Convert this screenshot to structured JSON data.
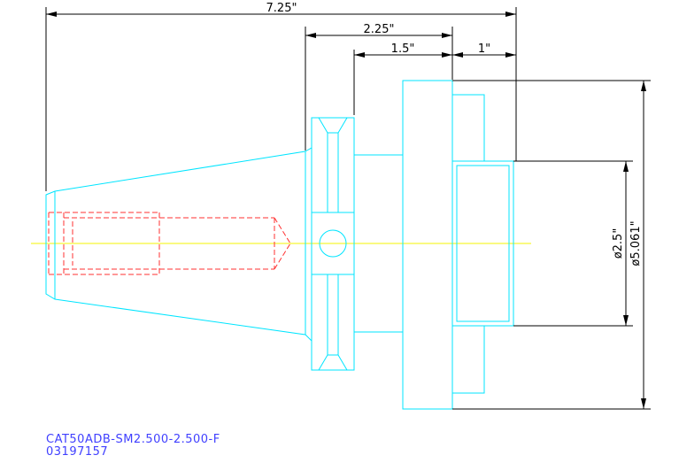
{
  "dimensions": {
    "overall_length": "7.25\"",
    "shank_length": "2.25\"",
    "flange_to_face": "1.5\"",
    "face_length": "1\"",
    "small_diameter": "ø2.5\"",
    "large_diameter": "ø5.061\""
  },
  "part": {
    "model": "CAT50ADB-SM2.500-2.500-F",
    "number": "03197157"
  },
  "colors": {
    "outline": "#00e5ff",
    "hidden": "#ff3030",
    "centerline": "#f5f500",
    "dimension": "#000000",
    "label": "#4040ff"
  }
}
